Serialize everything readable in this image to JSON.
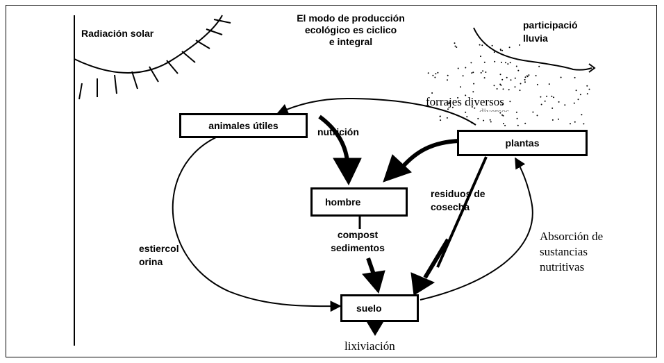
{
  "title_lines": [
    "El modo de producción",
    "ecológico es ciclico",
    "e integral"
  ],
  "labels": {
    "solar": "Radiación solar",
    "rain_line1": "participació",
    "rain_line2": "lluvia",
    "forage": "forrajes diversos",
    "forage_ghost": "diversos",
    "nutrition": "nutrición",
    "residues_line1": "residuos de",
    "residues_line2": "cosecha",
    "compost_line1": "compost",
    "compost_line2": "sedimentos",
    "manure_line1": "estiercol",
    "manure_line2": "orina",
    "absorption_line1": "Absorción de",
    "absorption_line2": "sustancias",
    "absorption_line3": "nutritivas",
    "leaching": "lixiviación"
  },
  "nodes": {
    "animals": "animales útiles",
    "plants": "plantas",
    "man": "hombre",
    "soil": "suelo"
  }
}
